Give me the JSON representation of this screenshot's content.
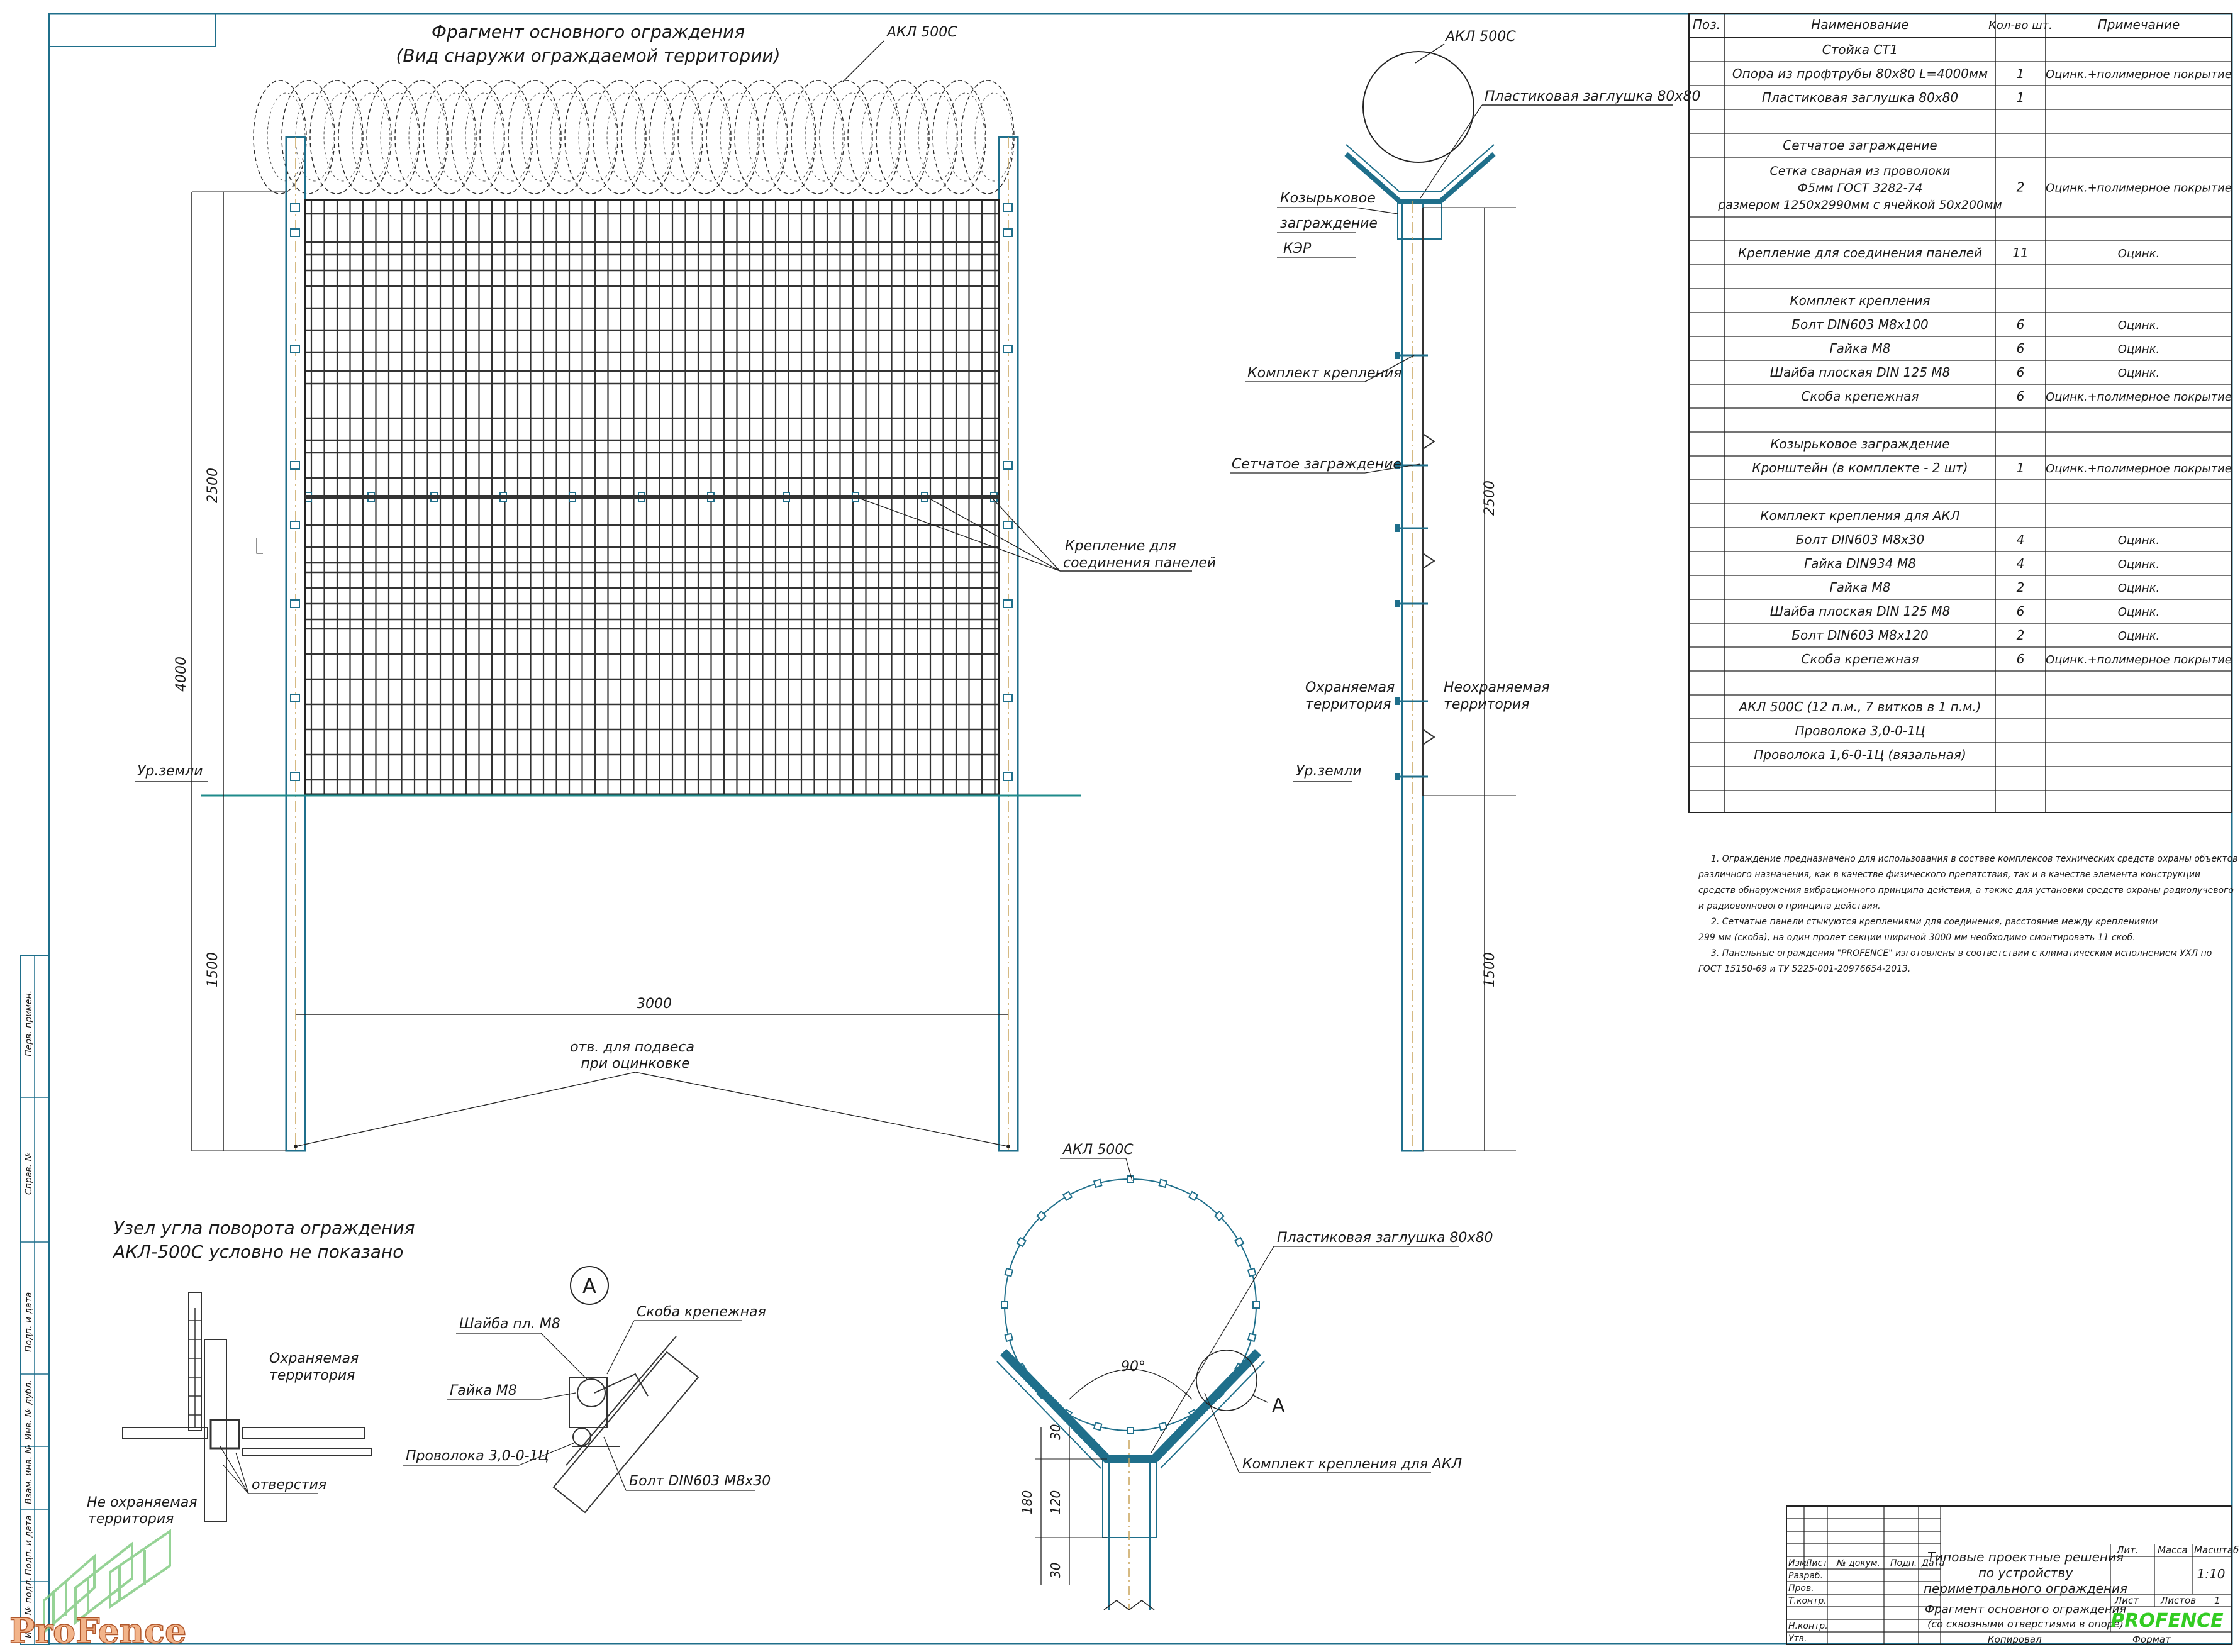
{
  "main_view": {
    "title_line1": "Фрагмент основного ограждения",
    "title_line2": "(Вид снаружи ограждаемой территории)",
    "akl_label": "АКЛ 500С",
    "dim_2500": "2500",
    "dim_4000": "4000",
    "dim_1500": "1500",
    "dim_3000": "3000",
    "ground_label": "Ур.земли",
    "panel_fastening_line1": "Крепление для",
    "panel_fastening_line2": "соединения панелей",
    "holes_line1": "отв. для подвеса",
    "holes_line2": "при оцинковке"
  },
  "side_view": {
    "akl_label": "АКЛ 500С",
    "plug_label": "Пластиковая заглушка 80х80",
    "visor_line1": "Козырьковое",
    "visor_line2": "заграждение",
    "visor_line3": "КЭР",
    "fastening_kit": "Комплект крепления",
    "mesh_fence": "Сетчатое заграждение",
    "dim_2500": "2500",
    "dim_1500": "1500",
    "protected_line1": "Охраняемая",
    "protected_line2": "территория",
    "unprotected_line1": "Неохраняемая",
    "unprotected_line2": "территория",
    "ground_label": "Ур.земли"
  },
  "corner_view": {
    "title_line1": "Узел угла поворота ограждения",
    "title_line2": "АКЛ-500С условно не показано",
    "protected_line1": "Охраняемая",
    "protected_line2": "территория",
    "holes": "отверстия",
    "unprotected_line1": "Не охраняемая",
    "unprotected_line2": "территория"
  },
  "detail_a": {
    "marker": "А",
    "washer": "Шайба пл. М8",
    "bracket": "Скоба крепежная",
    "nut": "Гайка М8",
    "wire": "Проволока 3,0-0-1Ц",
    "bolt": "Болт DIN603 М8х30"
  },
  "top_detail": {
    "akl_label": "АКЛ 500С",
    "plug_label": "Пластиковая заглушка 80х80",
    "angle": "90°",
    "marker": "А",
    "akl_fastening": "Комплект крепления для АКЛ",
    "dim_30a": "30",
    "dim_180": "180",
    "dim_120": "120",
    "dim_30b": "30"
  },
  "spec_table": {
    "headers": [
      "Поз.",
      "Наименование",
      "Кол-во шт.",
      "Примечание"
    ],
    "rows": [
      {
        "name": "Стойка СТ1",
        "qty": "",
        "note": "",
        "section": true
      },
      {
        "name": "Опора из профтрубы 80х80 L=4000мм",
        "qty": "1",
        "note": "Оцинк.+полимерное покрытие"
      },
      {
        "name": "Пластиковая заглушка 80х80",
        "qty": "1",
        "note": ""
      },
      {
        "name": "",
        "qty": "",
        "note": ""
      },
      {
        "name": "Сетчатое заграждение",
        "qty": "",
        "note": "",
        "section": true
      },
      {
        "name": "Сетка сварная из проволоки Ф5мм ГОСТ 3282-74 размером 1250х2990мм с ячейкой 50х200мм",
        "qty": "2",
        "note": "Оцинк.+полимерное покрытие",
        "tall": true
      },
      {
        "name": "",
        "qty": "",
        "note": ""
      },
      {
        "name": "Крепление для соединения панелей",
        "qty": "11",
        "note": "Оцинк."
      },
      {
        "name": "",
        "qty": "",
        "note": ""
      },
      {
        "name": "Комплект крепления",
        "qty": "",
        "note": "",
        "section": true
      },
      {
        "name": "Болт DIN603 М8х100",
        "qty": "6",
        "note": "Оцинк."
      },
      {
        "name": "Гайка М8",
        "qty": "6",
        "note": "Оцинк."
      },
      {
        "name": "Шайба плоская DIN 125 М8",
        "qty": "6",
        "note": "Оцинк."
      },
      {
        "name": "Скоба крепежная",
        "qty": "6",
        "note": "Оцинк.+полимерное покрытие"
      },
      {
        "name": "",
        "qty": "",
        "note": ""
      },
      {
        "name": "Козырьковое заграждение",
        "qty": "",
        "note": "",
        "section": true
      },
      {
        "name": "Кронштейн (в комплекте - 2 шт)",
        "qty": "1",
        "note": "Оцинк.+полимерное покрытие"
      },
      {
        "name": "",
        "qty": "",
        "note": ""
      },
      {
        "name": "Комплект крепления для АКЛ",
        "qty": "",
        "note": "",
        "section": true
      },
      {
        "name": "Болт DIN603 М8х30",
        "qty": "4",
        "note": "Оцинк."
      },
      {
        "name": "Гайка DIN934 М8",
        "qty": "4",
        "note": "Оцинк."
      },
      {
        "name": "Гайка М8",
        "qty": "2",
        "note": "Оцинк."
      },
      {
        "name": "Шайба плоская DIN 125 М8",
        "qty": "6",
        "note": "Оцинк."
      },
      {
        "name": "Болт DIN603 М8х120",
        "qty": "2",
        "note": "Оцинк."
      },
      {
        "name": "Скоба крепежная",
        "qty": "6",
        "note": "Оцинк.+полимерное покрытие"
      },
      {
        "name": "",
        "qty": "",
        "note": ""
      },
      {
        "name": "АКЛ 500С (12 п.м., 7 витков в 1 п.м.)",
        "qty": "",
        "note": ""
      },
      {
        "name": "Проволока 3,0-0-1Ц",
        "qty": "",
        "note": ""
      },
      {
        "name": "Проволока 1,6-0-1Ц (вязальная)",
        "qty": "",
        "note": ""
      },
      {
        "name": "",
        "qty": "",
        "note": ""
      }
    ]
  },
  "notes": [
    "1. Ограждение предназначено для использования в составе комплексов технических средств охраны объектов",
    "различного назначения, как в качестве физического препятствия,      так и в качестве элемента конструкции",
    "средств обнаружения вибрационного принципа    действия, а также для установки средств охраны радиолучевого",
    "и радиоволнового принципа действия.",
    "2. Сетчатые панели стыкуются креплениями для соединения, расстояние между креплениями",
    "299 мм (скоба), на один пролет секции шириной 3000 мм необходимо смонтировать 11 скоб.",
    "3. Панельные ограждения \"PROFENCE\" изготовлены в соответствии с климатическим исполнением УХЛ по",
    "ГОСТ 15150-69 и ТУ 5225-001-20976654-2013."
  ],
  "title_block": {
    "row_labels": [
      "Изм.",
      "Лист",
      "№ докум.",
      "Подп.",
      "Дата"
    ],
    "roles": [
      "Разраб.",
      "Пров.",
      "Т.контр.",
      "",
      "Н.контр.",
      "Утв."
    ],
    "project_line1": "Типовые проектные решения",
    "project_line2": "по устройству",
    "project_line3": "периметрального ограждения",
    "lit": "Лит.",
    "mass": "Масса",
    "scale": "Масштаб",
    "scale_value": "1:10",
    "sheet_name_line1": "Фрагмент основного ограждения",
    "sheet_name_line2": "(со сквозными отверстиями в опоре)",
    "sheet": "Лист",
    "sheets": "Листов",
    "sheets_value": "1",
    "company": "PROFENCE",
    "copied": "Копировал",
    "format": "Формат"
  },
  "side_stamp": [
    "Перв. примен.",
    "Справ. №",
    "Подп. и дата",
    "Инв. № дубл.",
    "Взам. инв. №",
    "Подп. и дата",
    "Инв. № подл."
  ],
  "logo": "ProFence"
}
